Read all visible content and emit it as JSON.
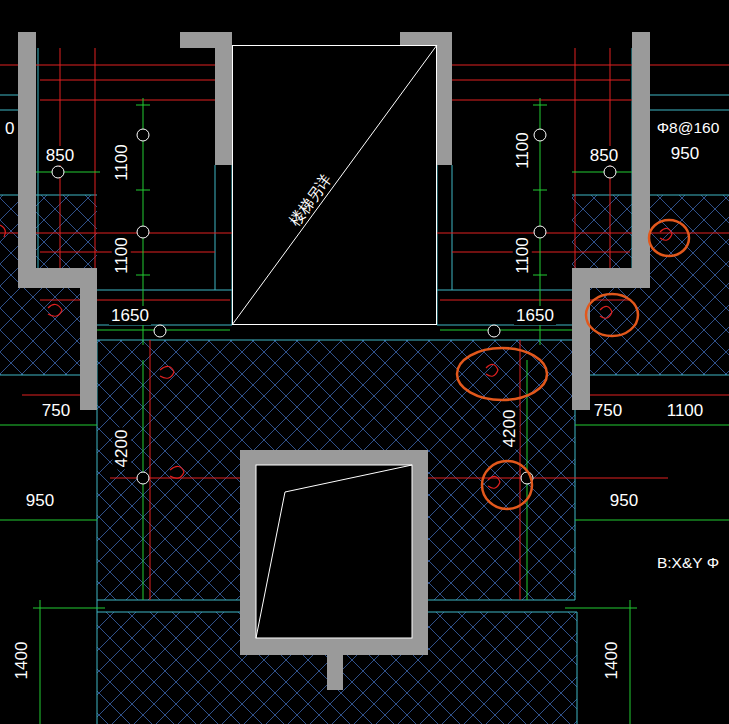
{
  "diagram": {
    "nodes": [
      {
        "text": [
          "楼梯另详"
        ]
      }
    ],
    "labels": [
      "0",
      "850",
      "1100",
      "1100",
      "1100",
      "1100",
      "850",
      "Φ8@160",
      "950",
      "1650",
      "1650",
      "750",
      "750",
      "1100",
      "4200",
      "4200",
      "950",
      "950",
      "B:X&Y Φ",
      "1400",
      "1400"
    ]
  }
}
